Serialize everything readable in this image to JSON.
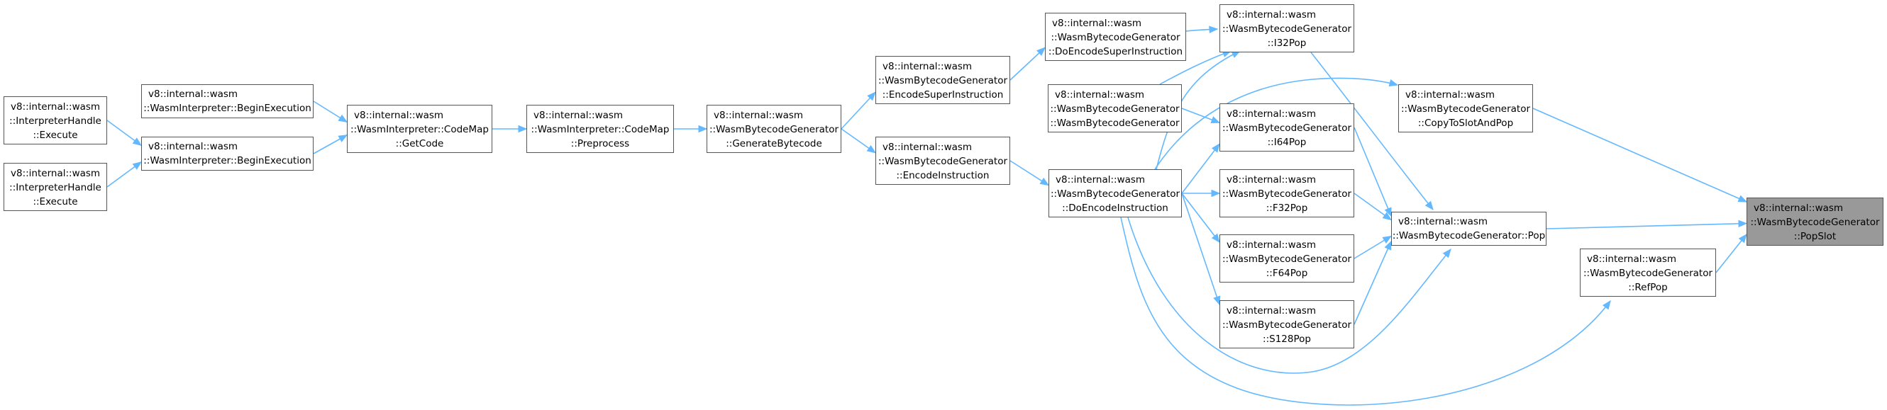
{
  "graph": {
    "nodes": [
      {
        "id": "popslot",
        "lines": [
          "v8::internal::wasm",
          "::WasmBytecodeGenerator",
          "::PopSlot"
        ],
        "root": true
      },
      {
        "id": "copytoslotandpop",
        "lines": [
          "v8::internal::wasm",
          "::WasmBytecodeGenerator",
          "::CopyToSlotAndPop"
        ]
      },
      {
        "id": "pop",
        "lines": [
          "v8::internal::wasm",
          "::WasmBytecodeGenerator::Pop"
        ]
      },
      {
        "id": "refpop",
        "lines": [
          "v8::internal::wasm",
          "::WasmBytecodeGenerator",
          "::RefPop"
        ]
      },
      {
        "id": "i32pop",
        "lines": [
          "v8::internal::wasm",
          "::WasmBytecodeGenerator",
          "::I32Pop"
        ]
      },
      {
        "id": "i64pop",
        "lines": [
          "v8::internal::wasm",
          "::WasmBytecodeGenerator",
          "::I64Pop"
        ]
      },
      {
        "id": "f32pop",
        "lines": [
          "v8::internal::wasm",
          "::WasmBytecodeGenerator",
          "::F32Pop"
        ]
      },
      {
        "id": "f64pop",
        "lines": [
          "v8::internal::wasm",
          "::WasmBytecodeGenerator",
          "::F64Pop"
        ]
      },
      {
        "id": "s128pop",
        "lines": [
          "v8::internal::wasm",
          "::WasmBytecodeGenerator",
          "::S128Pop"
        ]
      },
      {
        "id": "doencodesuper",
        "lines": [
          "v8::internal::wasm",
          "::WasmBytecodeGenerator",
          "::DoEncodeSuperInstruction"
        ]
      },
      {
        "id": "ctor",
        "lines": [
          "v8::internal::wasm",
          "::WasmBytecodeGenerator",
          "::WasmBytecodeGenerator"
        ]
      },
      {
        "id": "doencodeinstr",
        "lines": [
          "v8::internal::wasm",
          "::WasmBytecodeGenerator",
          "::DoEncodeInstruction"
        ]
      },
      {
        "id": "encodesuper",
        "lines": [
          "v8::internal::wasm",
          "::WasmBytecodeGenerator",
          "::EncodeSuperInstruction"
        ]
      },
      {
        "id": "encodeinstr",
        "lines": [
          "v8::internal::wasm",
          "::WasmBytecodeGenerator",
          "::EncodeInstruction"
        ]
      },
      {
        "id": "generatebytecode",
        "lines": [
          "v8::internal::wasm",
          "::WasmBytecodeGenerator",
          "::GenerateBytecode"
        ]
      },
      {
        "id": "preprocess",
        "lines": [
          "v8::internal::wasm",
          "::WasmInterpreter::CodeMap",
          "::Preprocess"
        ]
      },
      {
        "id": "getcode",
        "lines": [
          "v8::internal::wasm",
          "::WasmInterpreter::CodeMap",
          "::GetCode"
        ]
      },
      {
        "id": "beginexec1",
        "lines": [
          "v8::internal::wasm",
          "::WasmInterpreter::BeginExecution"
        ]
      },
      {
        "id": "beginexec2",
        "lines": [
          "v8::internal::wasm",
          "::WasmInterpreter::BeginExecution"
        ]
      },
      {
        "id": "execute1",
        "lines": [
          "v8::internal::wasm",
          "::InterpreterHandle",
          "::Execute"
        ]
      },
      {
        "id": "execute2",
        "lines": [
          "v8::internal::wasm",
          "::InterpreterHandle",
          "::Execute"
        ]
      }
    ],
    "edges": [
      {
        "from": "copytoslotandpop",
        "to": "popslot"
      },
      {
        "from": "pop",
        "to": "popslot"
      },
      {
        "from": "refpop",
        "to": "popslot"
      },
      {
        "from": "doencodeinstr",
        "to": "copytoslotandpop"
      },
      {
        "from": "doencodeinstr",
        "to": "refpop"
      },
      {
        "from": "i32pop",
        "to": "pop"
      },
      {
        "from": "i64pop",
        "to": "pop"
      },
      {
        "from": "f32pop",
        "to": "pop"
      },
      {
        "from": "f64pop",
        "to": "pop"
      },
      {
        "from": "s128pop",
        "to": "pop"
      },
      {
        "from": "doencodeinstr",
        "to": "pop"
      },
      {
        "from": "doencodesuper",
        "to": "i32pop"
      },
      {
        "from": "ctor",
        "to": "i32pop"
      },
      {
        "from": "doencodeinstr",
        "to": "i32pop"
      },
      {
        "from": "ctor",
        "to": "i64pop"
      },
      {
        "from": "doencodeinstr",
        "to": "i64pop"
      },
      {
        "from": "doencodeinstr",
        "to": "f32pop"
      },
      {
        "from": "doencodeinstr",
        "to": "f64pop"
      },
      {
        "from": "doencodeinstr",
        "to": "s128pop"
      },
      {
        "from": "encodesuper",
        "to": "doencodesuper"
      },
      {
        "from": "encodeinstr",
        "to": "doencodeinstr"
      },
      {
        "from": "generatebytecode",
        "to": "encodesuper"
      },
      {
        "from": "generatebytecode",
        "to": "encodeinstr"
      },
      {
        "from": "preprocess",
        "to": "generatebytecode"
      },
      {
        "from": "getcode",
        "to": "preprocess"
      },
      {
        "from": "beginexec1",
        "to": "getcode"
      },
      {
        "from": "beginexec2",
        "to": "getcode"
      },
      {
        "from": "execute1",
        "to": "beginexec2"
      },
      {
        "from": "execute2",
        "to": "beginexec2"
      }
    ]
  },
  "colors": {
    "edge": "#63b8ff",
    "node_border": "#555555",
    "root_fill": "#999999",
    "node_fill": "#ffffff"
  }
}
